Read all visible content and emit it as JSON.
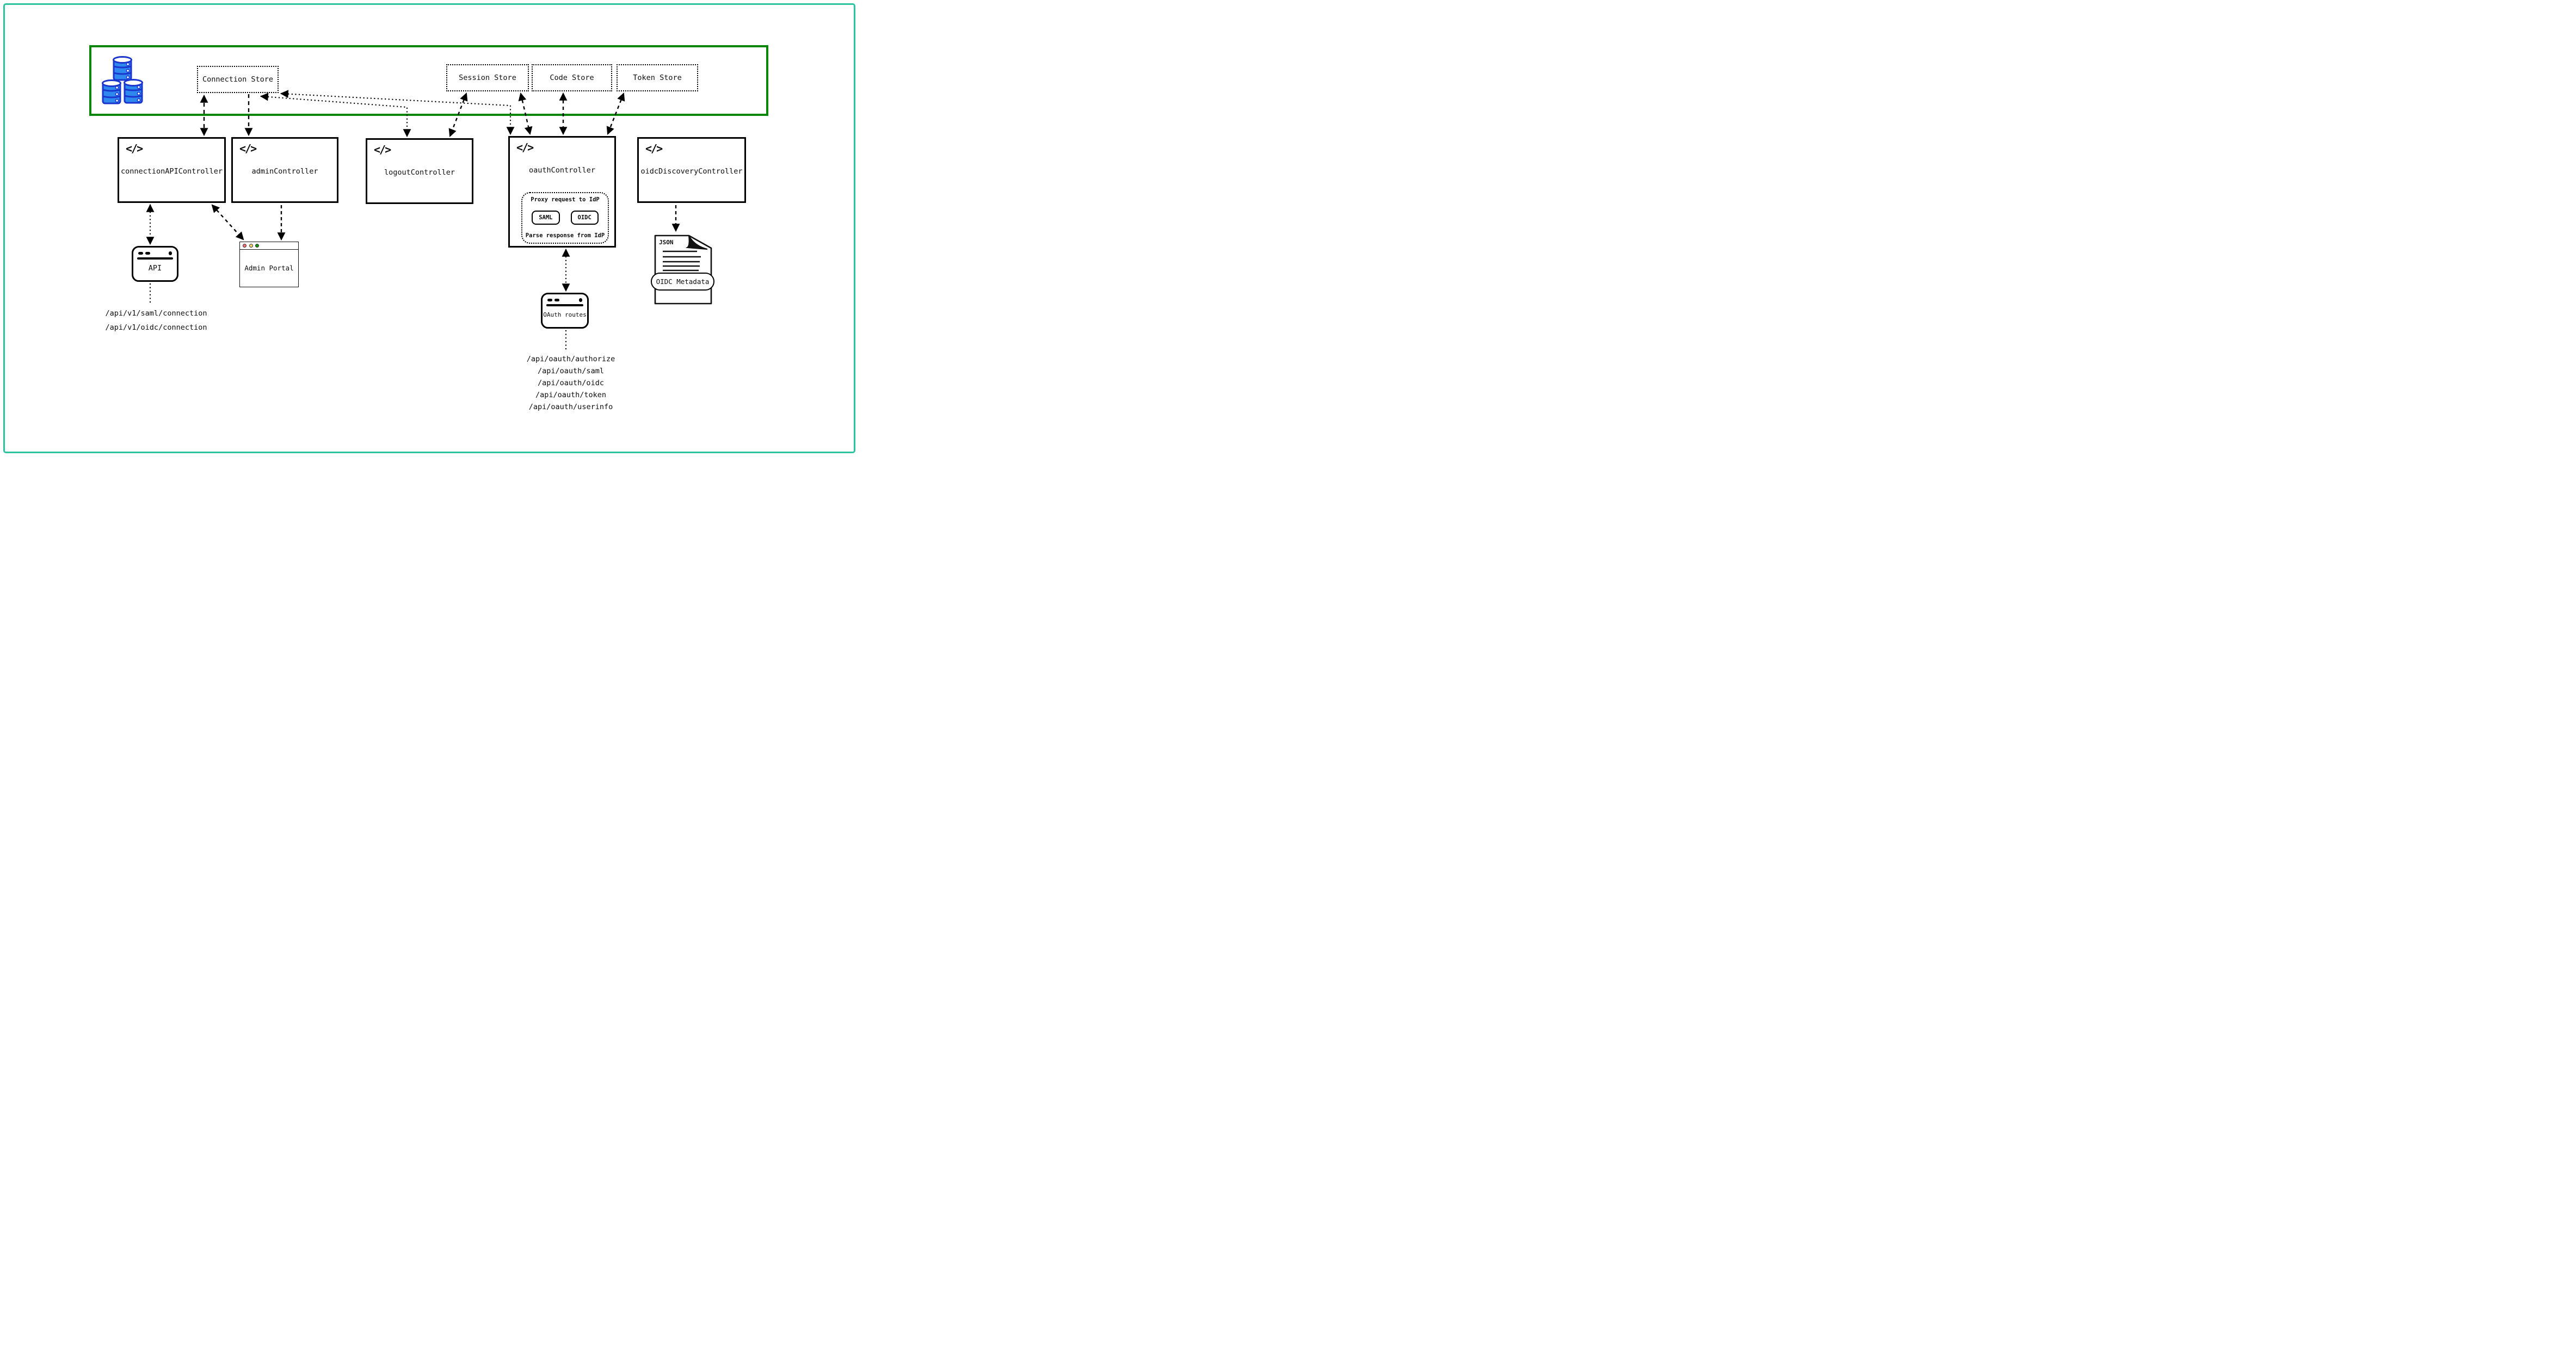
{
  "colors": {
    "frame_teal": "#2cc3a0",
    "band_green": "#078507",
    "barrel_fill": "#2f88ee",
    "barrel_stroke": "#1b35cf",
    "traffic_red": "#fb6f6f",
    "traffic_yellow": "#f9d46c",
    "traffic_green": "#15930f",
    "ink": "#0d0d0d"
  },
  "icons": {
    "code_glyph": "</>"
  },
  "stores": {
    "connection": "Connection Store",
    "session": "Session Store",
    "code": "Code Store",
    "token": "Token Store"
  },
  "controllers": {
    "connection_api": "connectionAPIController",
    "admin": "adminController",
    "logout": "logoutController",
    "oauth": "oauthController",
    "oidc_discovery": "oidcDiscoveryController"
  },
  "oauth_detail": {
    "proxy_label": "Proxy request to IdP",
    "parse_label": "Parse response from IdP",
    "protocols": [
      "SAML",
      "OIDC"
    ]
  },
  "clients": {
    "api": "API",
    "admin_portal": "Admin Portal",
    "oauth_routes": "OAuth routes",
    "json_doc_tag": "JSON",
    "oidc_metadata": "OIDC Metadata"
  },
  "routes": {
    "connection_api": [
      "/api/v1/saml/connection",
      "/api/v1/oidc/connection"
    ],
    "oauth": [
      "/api/oauth/authorize",
      "/api/oauth/saml",
      "/api/oauth/oidc",
      "/api/oauth/token",
      "/api/oauth/userinfo"
    ]
  }
}
